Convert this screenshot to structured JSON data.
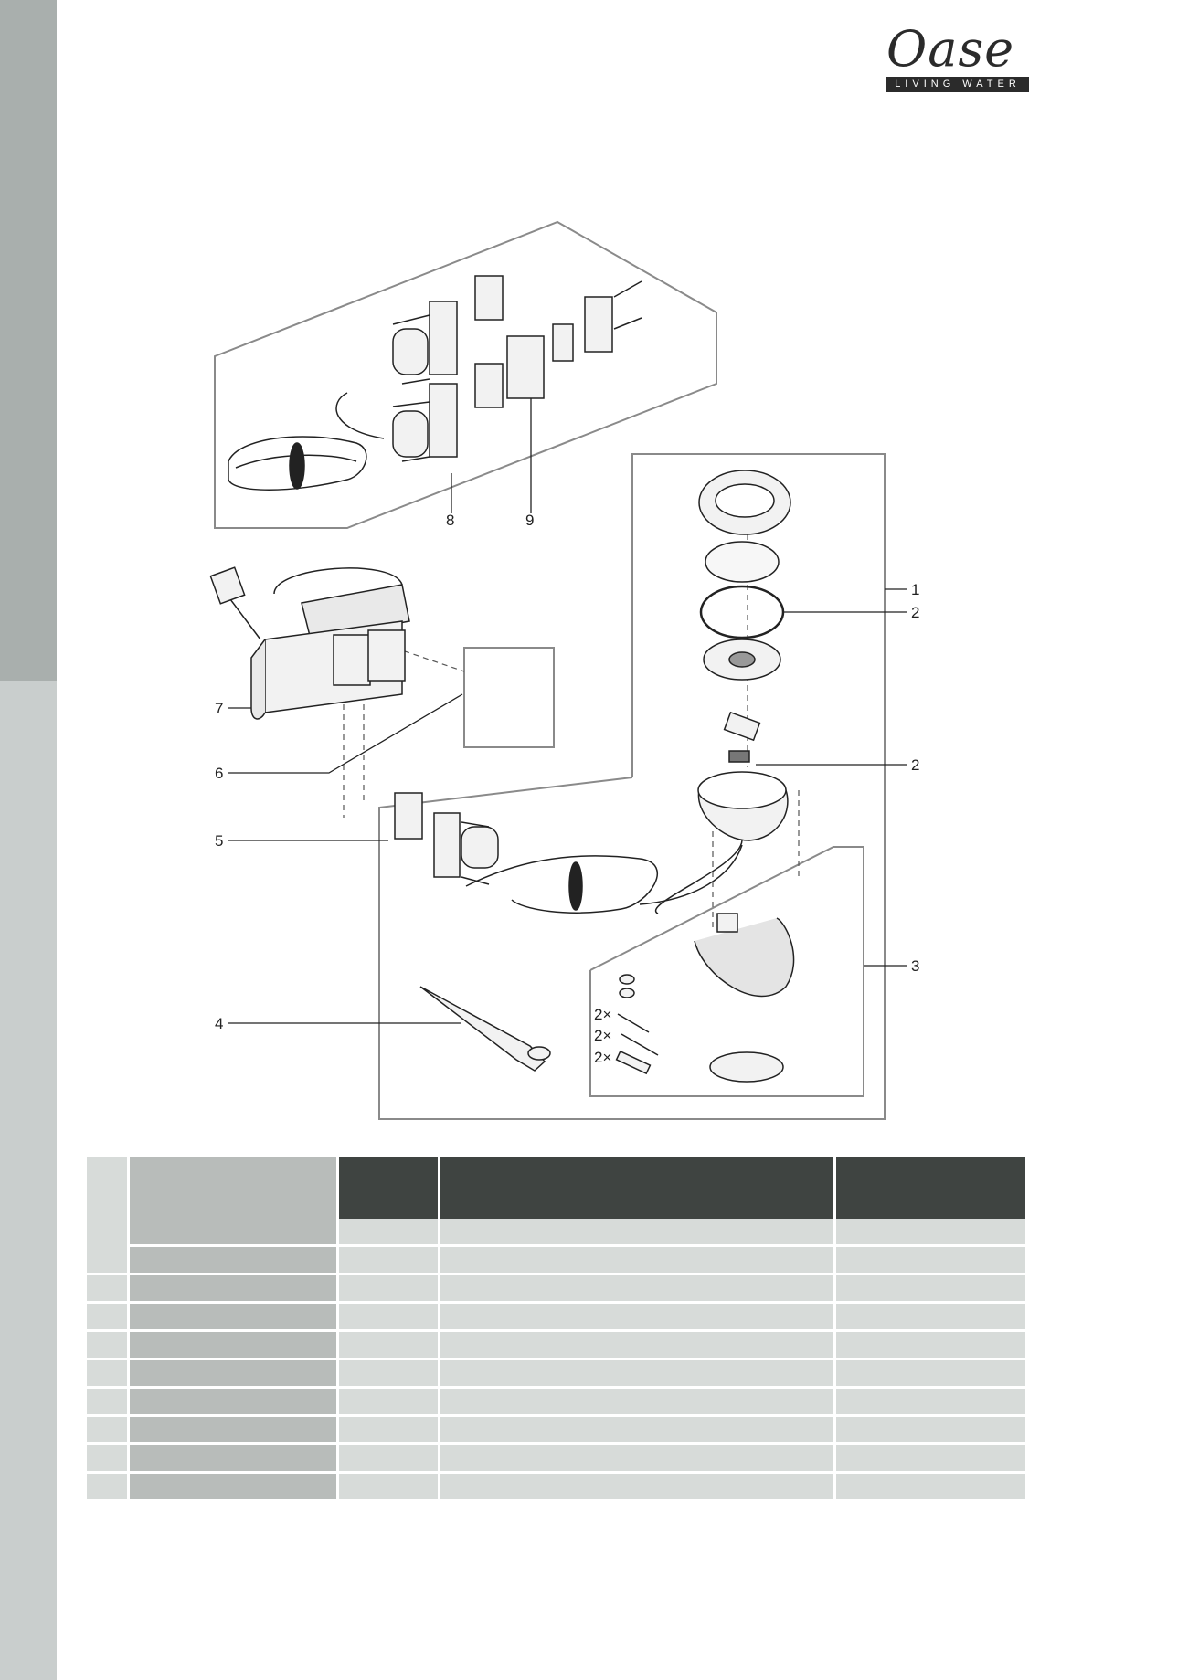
{
  "brand": {
    "logo_word": "Oase",
    "tagline": "LIVING WATER"
  },
  "callouts": [
    "1",
    "2",
    "2",
    "3",
    "4",
    "5",
    "6",
    "7",
    "8",
    "9"
  ],
  "quantity_labels": [
    "2×",
    "2×",
    "2×"
  ],
  "parts_table": {
    "header_count": 5,
    "row_count": 10,
    "header_colors": [
      "#3f4441",
      "#878b89",
      "#3f4441",
      "#3f4441",
      "#3f4441"
    ],
    "name_column_color": "#b8bcba",
    "cell_color": "#d7dbd9"
  }
}
